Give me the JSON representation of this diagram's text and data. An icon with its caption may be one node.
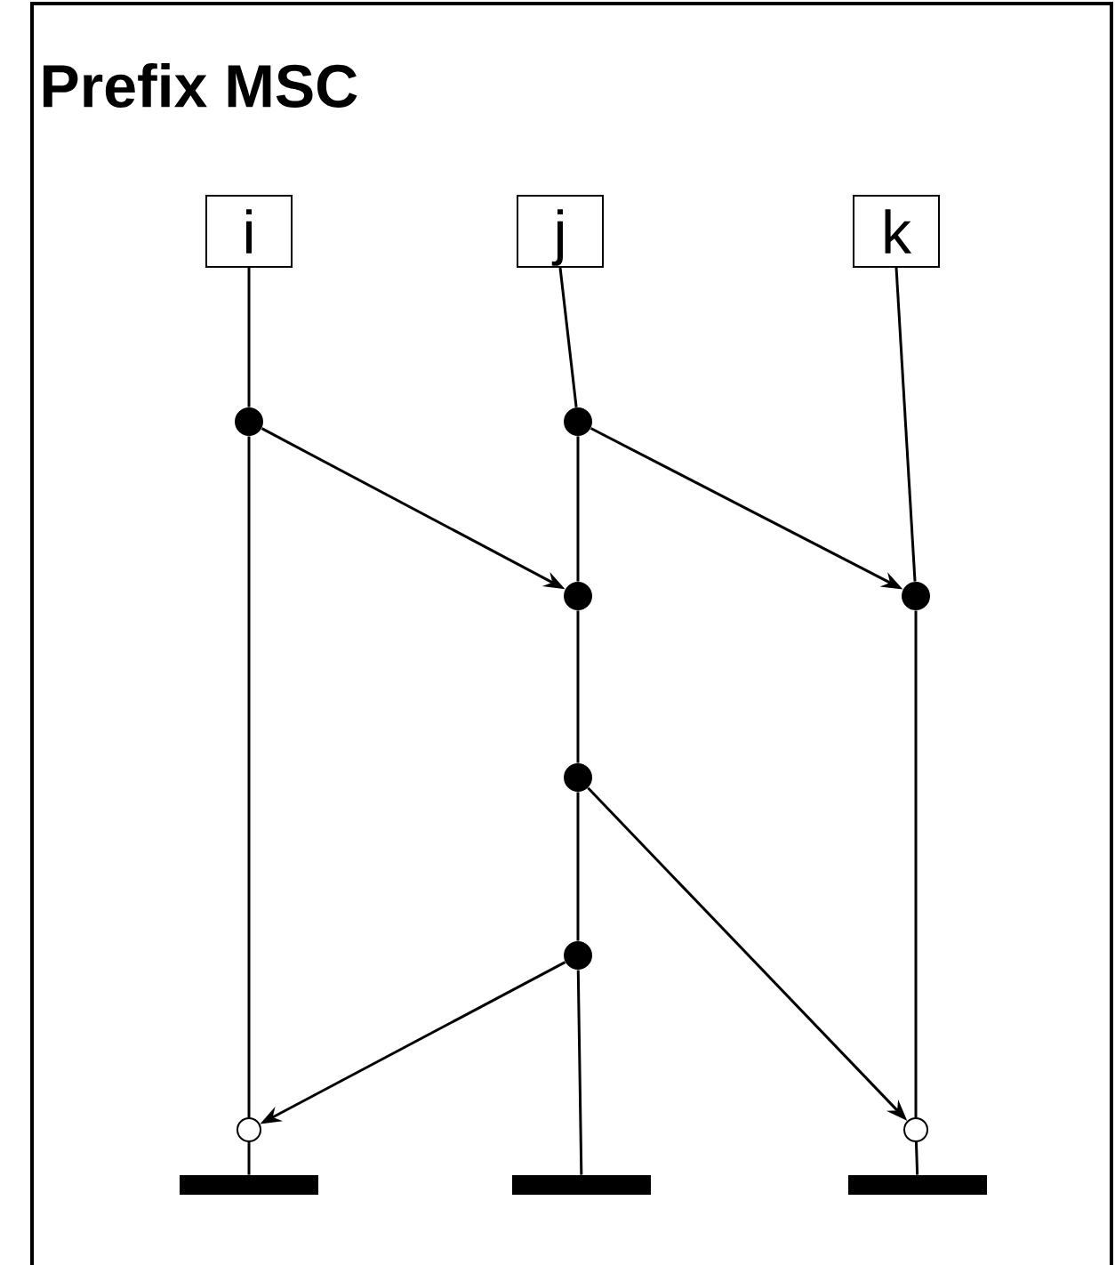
{
  "diagram": {
    "title": "Prefix MSC",
    "nodes": [
      {
        "text": [
          "i"
        ]
      },
      {
        "text": [
          "j"
        ]
      },
      {
        "text": [
          "k"
        ]
      },
      {
        "text": [],
        "shape": "circle"
      },
      {
        "text": [],
        "shape": "circle"
      },
      {
        "text": [],
        "shape": "circle"
      },
      {
        "text": [],
        "shape": "circle"
      },
      {
        "text": [],
        "shape": "circle"
      },
      {
        "text": [],
        "shape": "circle"
      },
      {
        "text": [],
        "shape": "circle"
      },
      {
        "text": [],
        "shape": "circle"
      },
      {
        "text": [],
        "shape": "bar"
      },
      {
        "text": [],
        "shape": "bar"
      },
      {
        "text": [],
        "shape": "bar"
      }
    ],
    "edges": [
      {
        "from": 0,
        "to": 3,
        "arrow": "none"
      },
      {
        "from": 3,
        "to": 9,
        "arrow": "none"
      },
      {
        "from": 9,
        "to": 11,
        "arrow": "none"
      },
      {
        "from": 1,
        "to": 4,
        "arrow": "none"
      },
      {
        "from": 4,
        "to": 5,
        "arrow": "none"
      },
      {
        "from": 5,
        "to": 7,
        "arrow": "none"
      },
      {
        "from": 7,
        "to": 8,
        "arrow": "none"
      },
      {
        "from": 8,
        "to": 12,
        "arrow": "none"
      },
      {
        "from": 2,
        "to": 6,
        "arrow": "none"
      },
      {
        "from": 6,
        "to": 10,
        "arrow": "none"
      },
      {
        "from": 10,
        "to": 13,
        "arrow": "none"
      },
      {
        "from": 3,
        "to": 5,
        "arrow": "to"
      },
      {
        "from": 4,
        "to": 6,
        "arrow": "to"
      },
      {
        "from": 7,
        "to": 10,
        "arrow": "to"
      },
      {
        "from": 8,
        "to": 9,
        "arrow": "to"
      }
    ]
  }
}
